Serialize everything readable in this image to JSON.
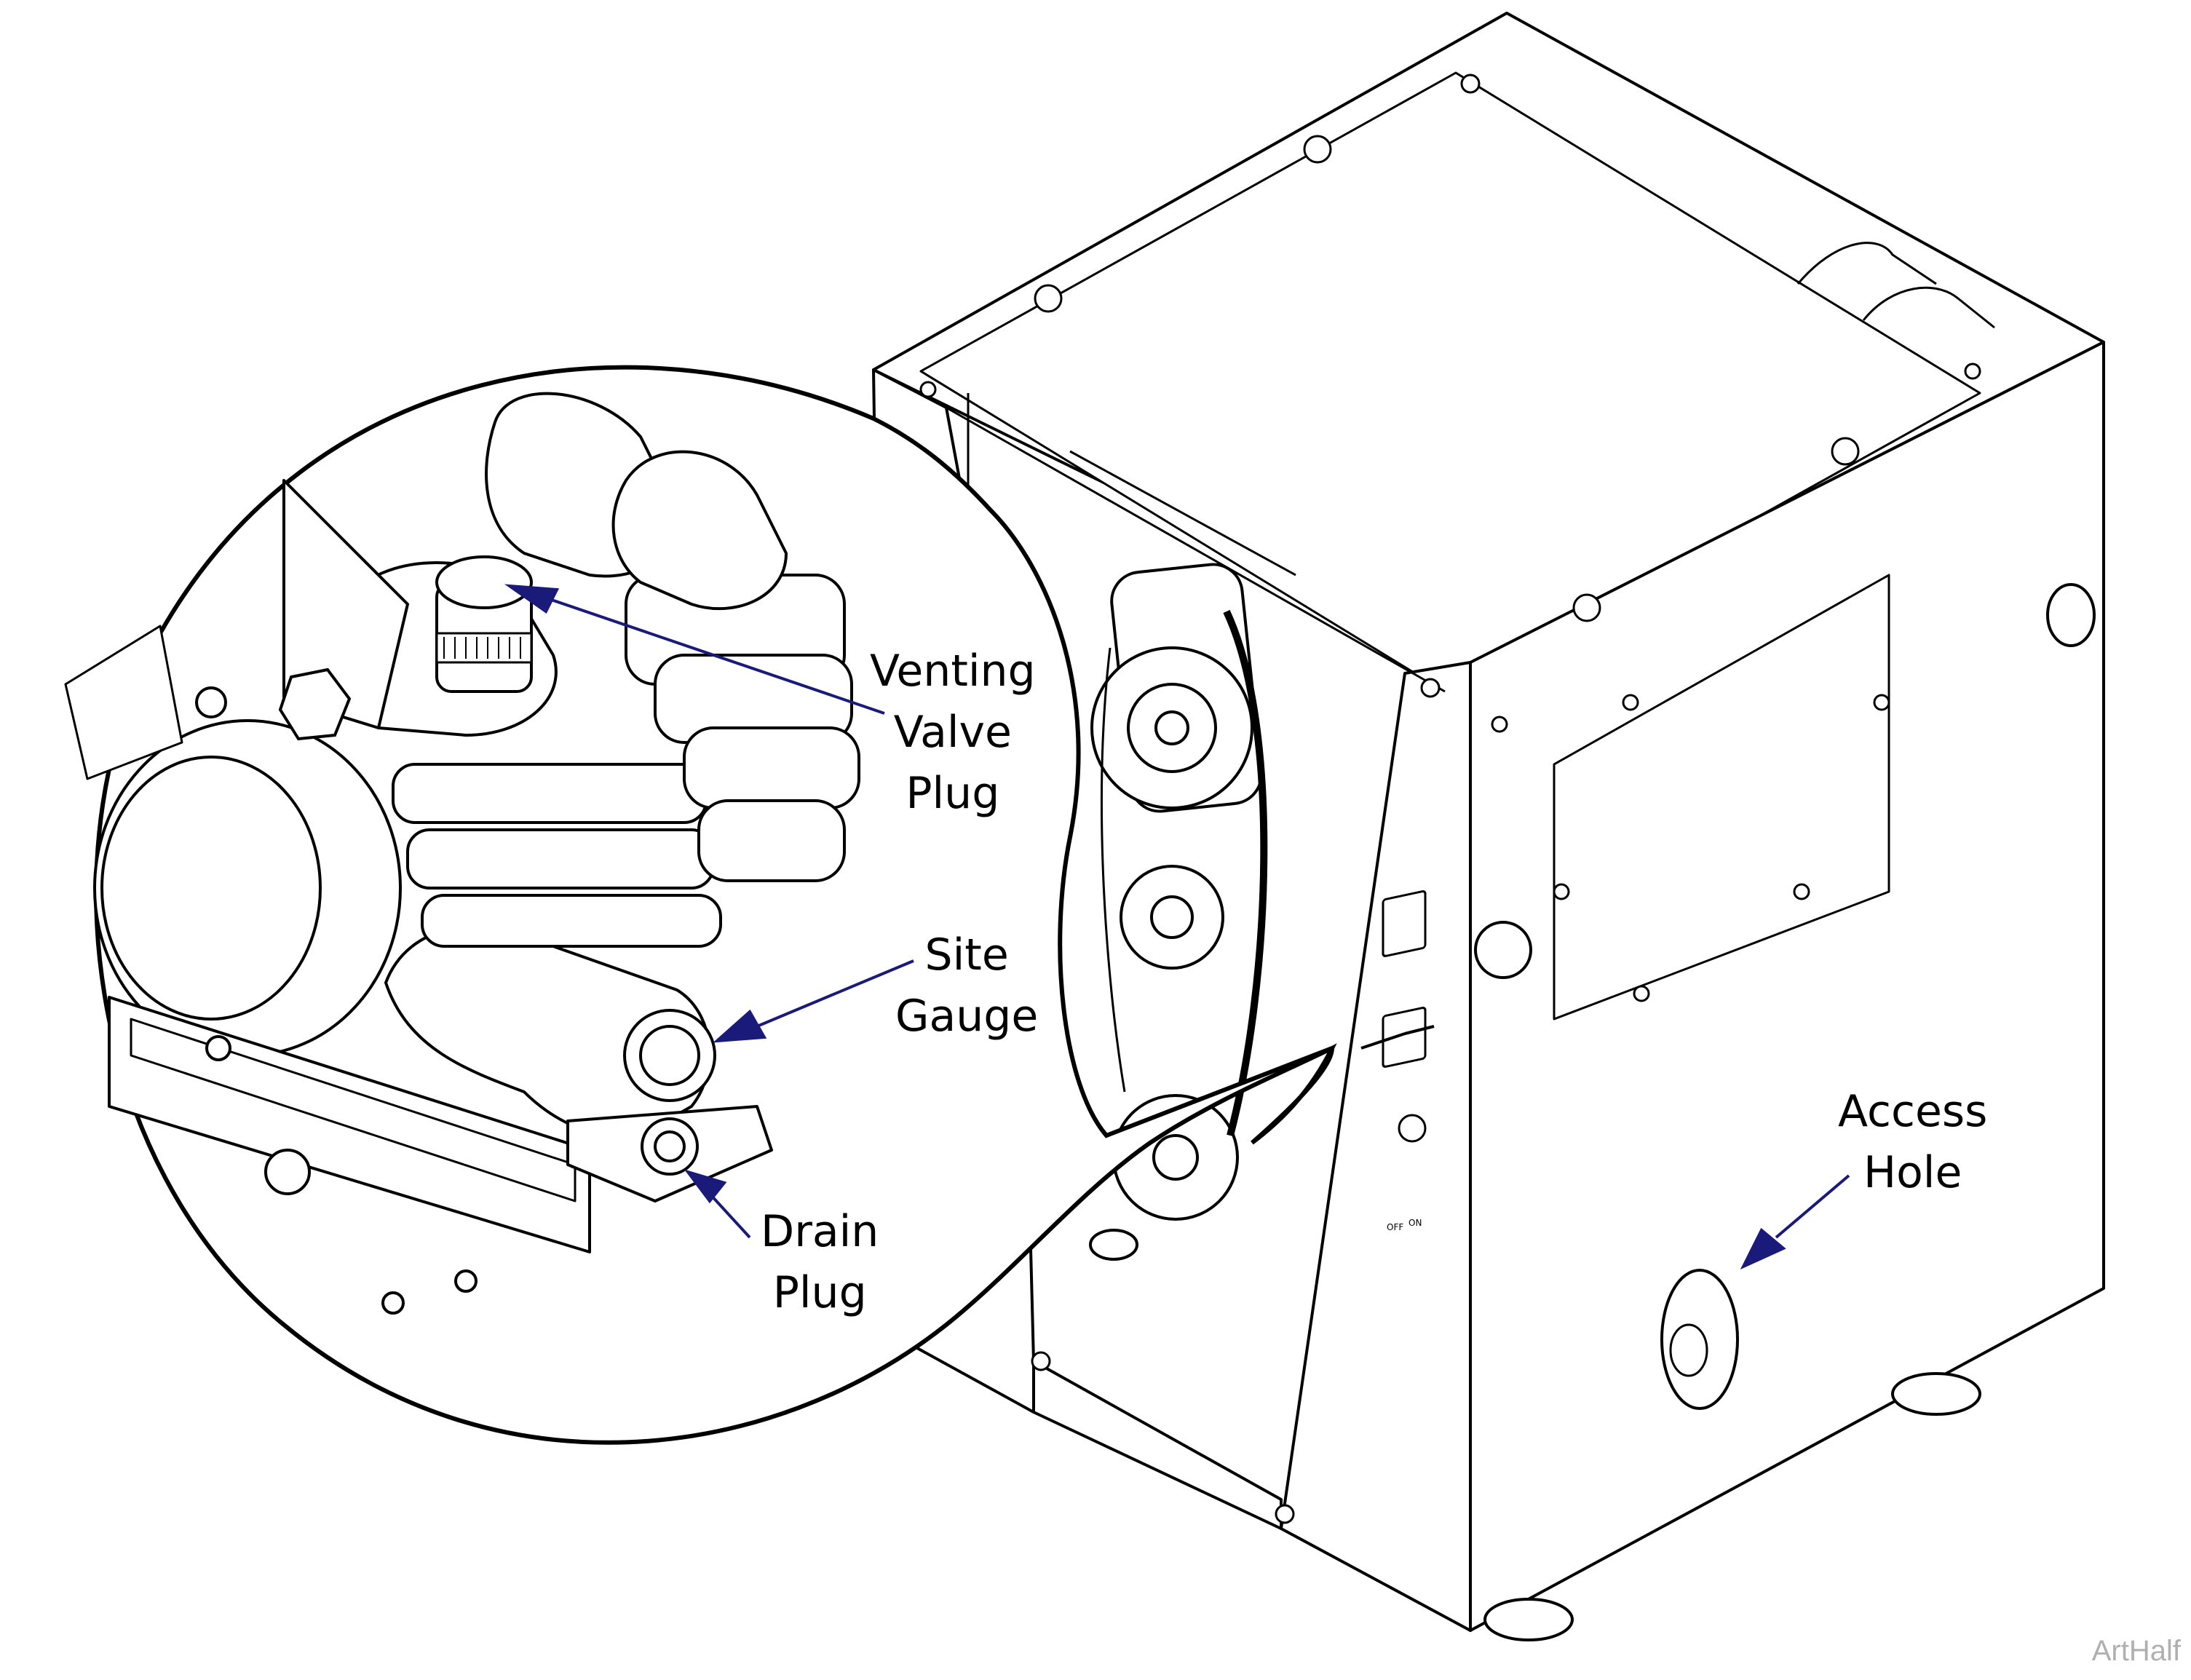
{
  "colors": {
    "line": "#000000",
    "leader": "#1a1a7a",
    "background": "#ffffff",
    "watermark": "#b0b0b0"
  },
  "callouts": {
    "venting_valve_plug": {
      "line1": "Venting",
      "line2": "Valve",
      "line3": "Plug"
    },
    "site_gauge": {
      "line1": "Site",
      "line2": "Gauge"
    },
    "drain_plug": {
      "line1": "Drain",
      "line2": "Plug"
    },
    "access_hole": {
      "line1": "Access",
      "line2": "Hole"
    }
  },
  "switch_labels": {
    "off": "OFF",
    "on": "ON"
  },
  "watermark": "ArtHalf"
}
